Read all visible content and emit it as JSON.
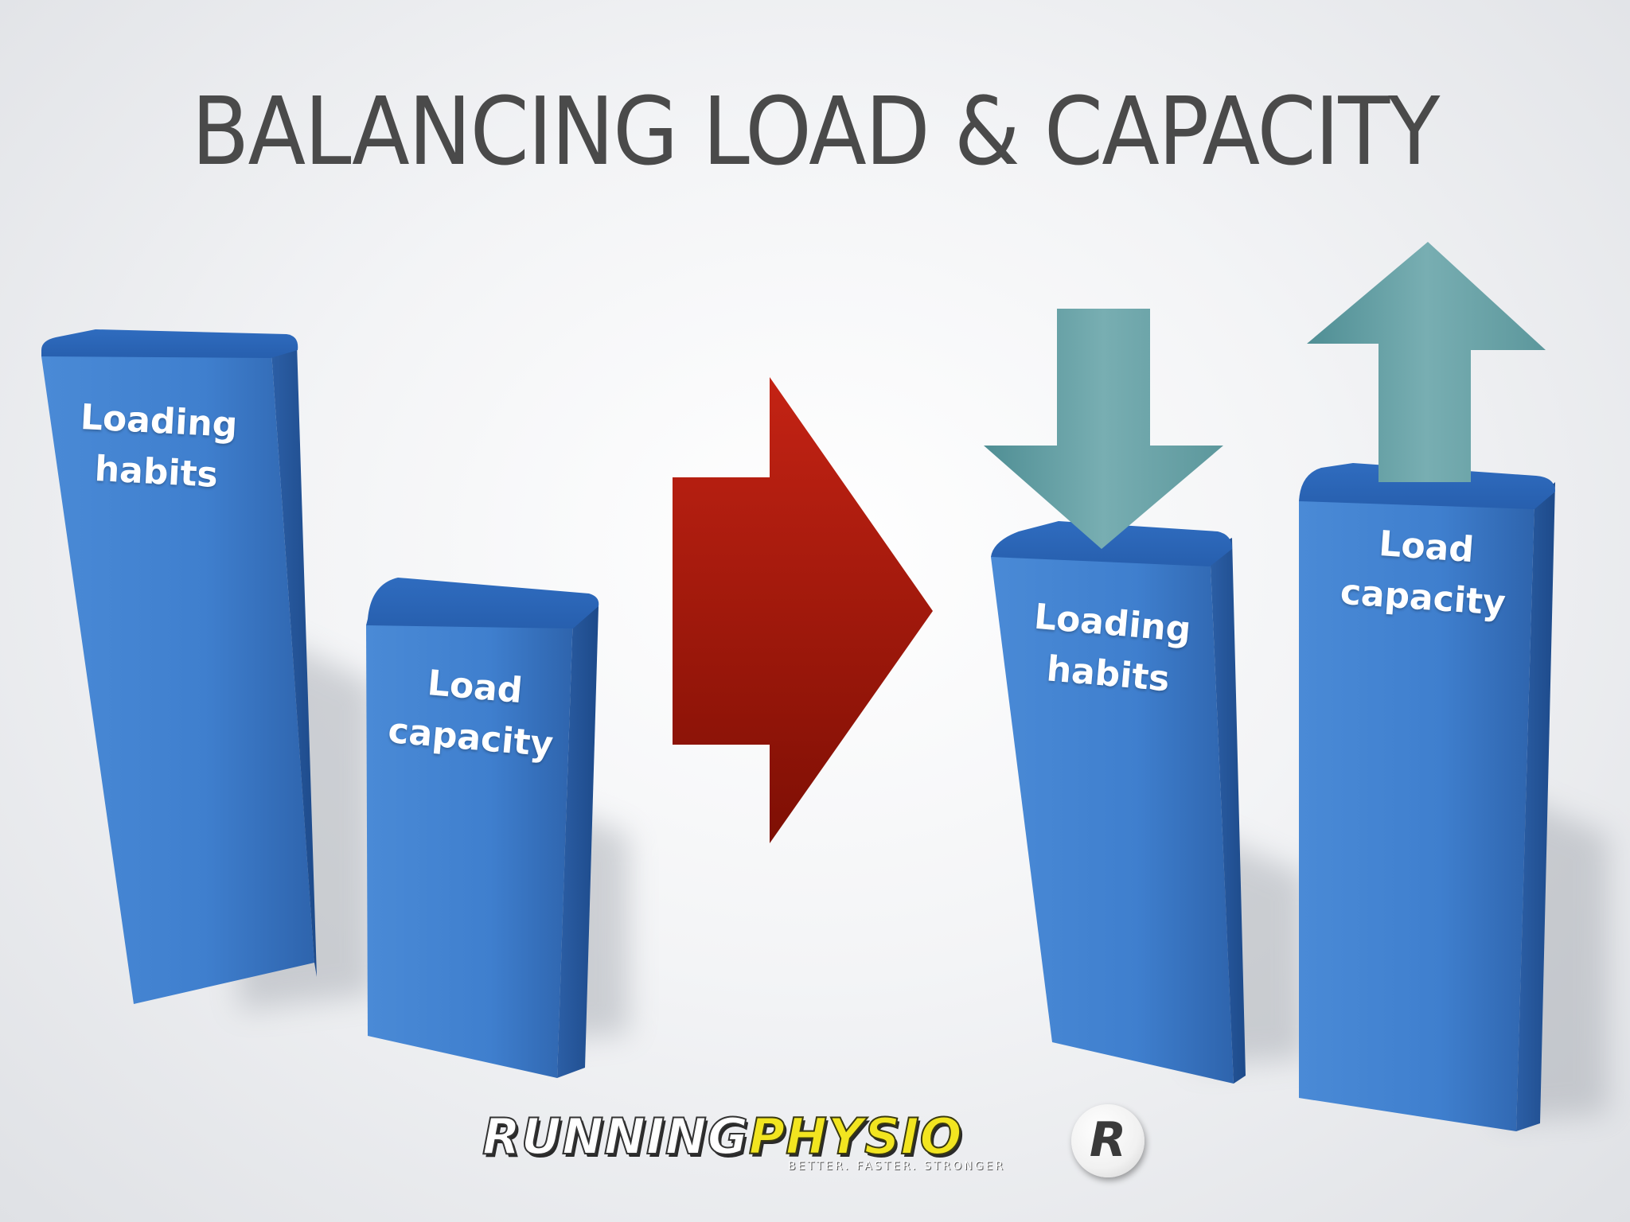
{
  "slide": {
    "title": "BALANCING LOAD & CAPACITY"
  },
  "colors": {
    "bar": "#3f7fce",
    "bar_top": "#2f6dbf",
    "red_arrow": "#b51b10",
    "teal_arrow": "#5f9aa0",
    "title": "#4a4a4a"
  },
  "chart_data": {
    "type": "bar",
    "before": {
      "categories": [
        "Loading\nhabits",
        "Load\ncapacity"
      ],
      "relative_heights": [
        1.0,
        0.55
      ]
    },
    "after": {
      "categories": [
        "Loading\nhabits",
        "Load\ncapacity"
      ],
      "relative_heights": [
        0.67,
        0.82
      ],
      "arrows": [
        "down-arrow-icon",
        "up-arrow-icon"
      ]
    },
    "transition_arrow": "right-arrow-icon"
  },
  "logo": {
    "part1": "RUNNING",
    "part2": "PHYSIO",
    "tagline": "BETTER. FASTER. STRONGER",
    "badge_icon": "runner-r-icon"
  }
}
